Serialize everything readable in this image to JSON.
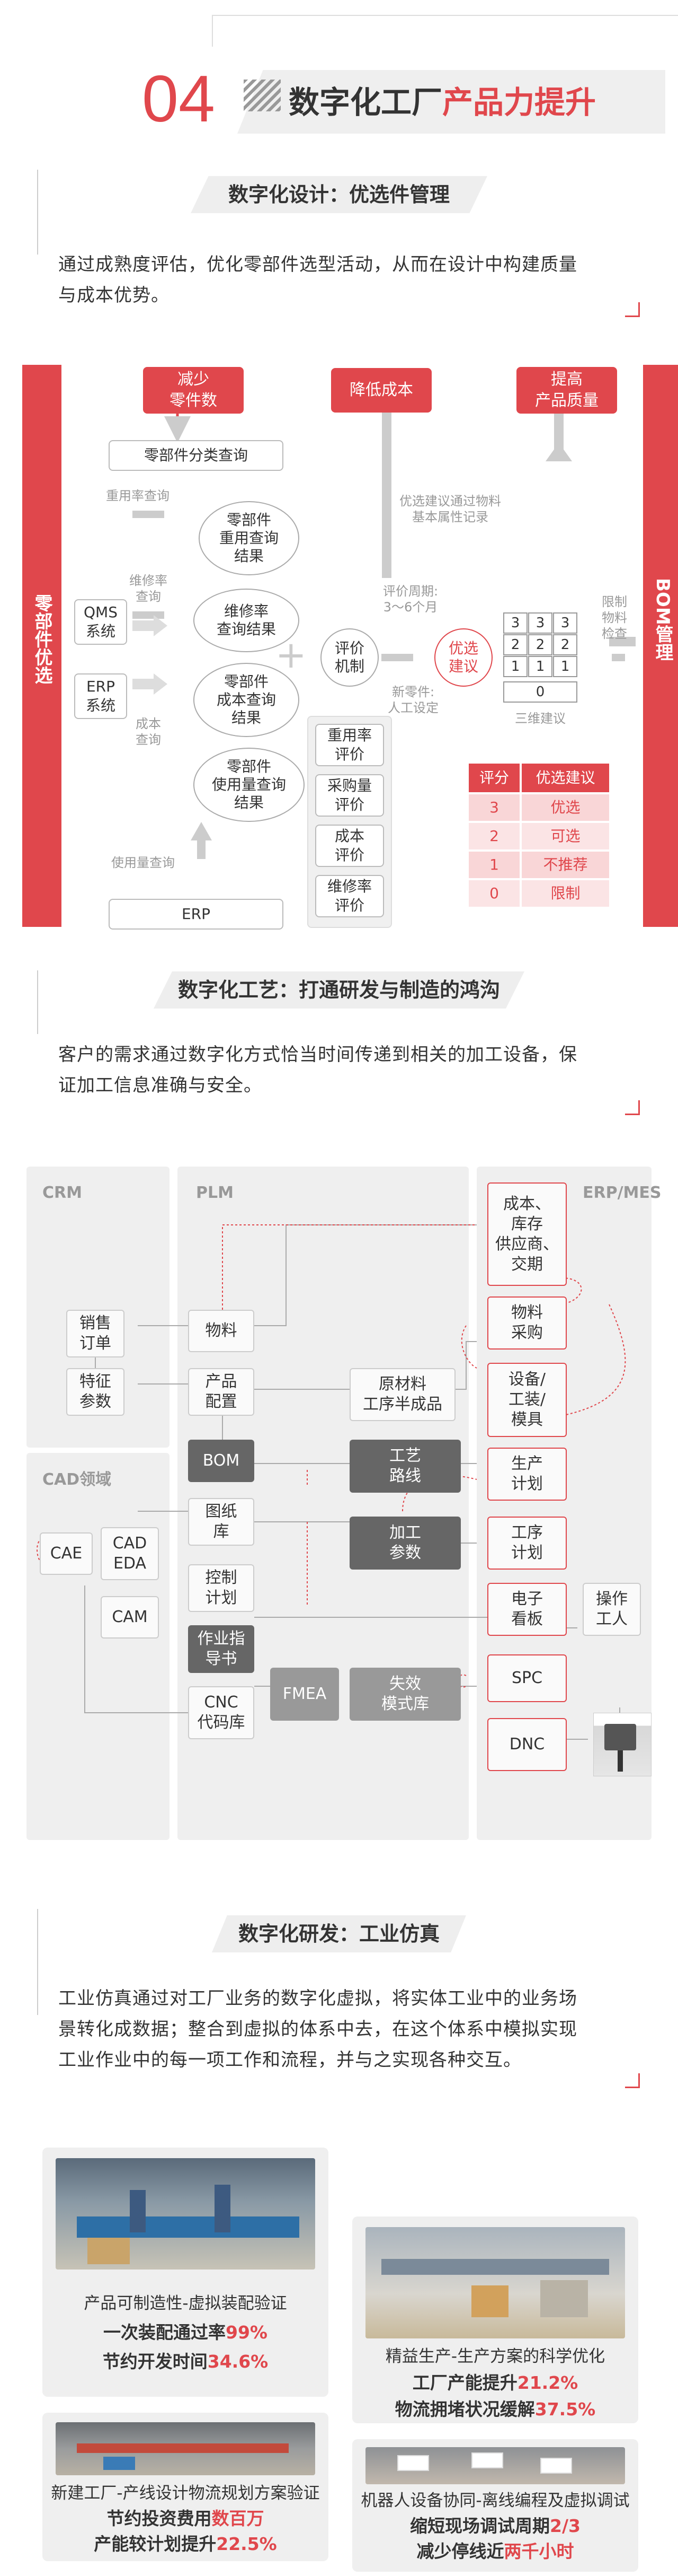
{
  "header": {
    "number": "04",
    "title_black": "数字化工厂",
    "title_red": "产品力提升"
  },
  "s1": {
    "title": "数字化设计：优选件管理",
    "text_l1": "通过成熟度评估，优化零部件选型活动，从而在设计中构建质量",
    "text_l2": "与成本优势。"
  },
  "d1": {
    "side_left": "零部件优选",
    "side_right": "BOM管理",
    "top_reduce": "减少\n零件数",
    "top_cost": "降低成本",
    "top_quality": "提高\n产品质量",
    "query": "零部件分类查询",
    "reuse_label": "重用率查询",
    "qms": "QMS\n系统",
    "erp_sys": "ERP\n系统",
    "maint_label": "维修率\n查询",
    "cost_label": "成本\n查询",
    "c1": "零部件\n重用查询\n结果",
    "c2": "维修率\n查询结果",
    "c3": "零部件\n成本查询\n结果",
    "c4": "零部件\n使用量查询\n结果",
    "usage_label": "使用量查询",
    "erp_bottom": "ERP",
    "plus": "+",
    "eval_mech": "评价\n机制",
    "eval_period": "评价周期:\n3～6个月",
    "new_part": "新零件:\n人工设定",
    "preferred": "优选\n建议",
    "suggest_pass": "优选建议通过物料\n基本属性记录",
    "limit_check": "限制\n物料\n检查",
    "grid": [
      [
        "3",
        "3",
        "3"
      ],
      [
        "2",
        "2",
        "2"
      ],
      [
        "1",
        "1",
        "1"
      ],
      [
        "0"
      ]
    ],
    "grid_label": "三维建议",
    "eval_boxes": [
      "重用率\n评价",
      "采购量\n评价",
      "成本\n评价",
      "维修率\n评价"
    ],
    "table_head": [
      "评分",
      "优选建议"
    ],
    "table_rows": [
      [
        "3",
        "优选"
      ],
      [
        "2",
        "可选"
      ],
      [
        "1",
        "不推荐"
      ],
      [
        "0",
        "限制"
      ]
    ]
  },
  "s2": {
    "title": "数字化工艺：打通研发与制造的鸿沟",
    "text_l1": "客户的需求通过数字化方式恰当时间传递到相关的加工设备，保",
    "text_l2": "证加工信息准确与安全。"
  },
  "d2": {
    "crm": "CRM",
    "plm": "PLM",
    "erp_mes": "ERP/MES",
    "cad_area": "CAD领域",
    "sales": "销售\n订单",
    "feature": "特征\n参数",
    "cae": "CAE",
    "cad": "CAD\nEDA",
    "cam": "CAM",
    "material": "物料",
    "config": "产品\n配置",
    "bom": "BOM",
    "drawing": "图纸\n库",
    "control": "控制\n计划",
    "guide": "作业指\n导书",
    "cnc": "CNC\n代码库",
    "raw": "原材料\n工序半成品",
    "route": "工艺\n路线",
    "param": "加工\n参数",
    "fmea": "FMEA",
    "fail": "失效\n模式库",
    "cost_inv": "成本、\n库存\n供应商、\n交期",
    "purchase": "物料\n采购",
    "equip": "设备/\n工装/\n模具",
    "plan": "生产\n计划",
    "proc_plan": "工序\n计划",
    "ekanban": "电子\n看板",
    "worker": "操作\n工人",
    "spc": "SPC",
    "dnc": "DNC"
  },
  "s3": {
    "title": "数字化研发：工业仿真",
    "text_l1": "工业仿真通过对工厂业务的数字化虚拟，将实体工业中的业务场",
    "text_l2": "景转化成数据；整合到虚拟的体系中去，在这个体系中模拟实现",
    "text_l3": "工业作业中的每一项工作和流程，并与之实现各种交互。"
  },
  "cards": {
    "c1": {
      "caption": "产品可制造性-虚拟装配验证",
      "l1_a": "一次装配通过率",
      "l1_b": "99%",
      "l2_a": "节约开发时间",
      "l2_b": "34.6%"
    },
    "c2": {
      "caption": "精益生产-生产方案的科学优化",
      "l1_a": "工厂产能提升",
      "l1_b": "21.2%",
      "l2_a": "物流拥堵状况缓解",
      "l2_b": "37.5%"
    },
    "c3": {
      "caption": "新建工厂-产线设计物流规划方案验证",
      "l1_a": "节约投资费用",
      "l1_b": "数百万",
      "l2_a": "产能较计划提升",
      "l2_b": "22.5%"
    },
    "c4": {
      "caption": "机器人设备协同-离线编程及虚拟调试",
      "l1_a": "缩短现场调试周期",
      "l1_b": "2/3",
      "l2_a": "减少停线近",
      "l2_b": "两千小时"
    }
  },
  "colors": {
    "accent": "#e0474c",
    "dark": "#666666",
    "panel": "#efefef"
  }
}
